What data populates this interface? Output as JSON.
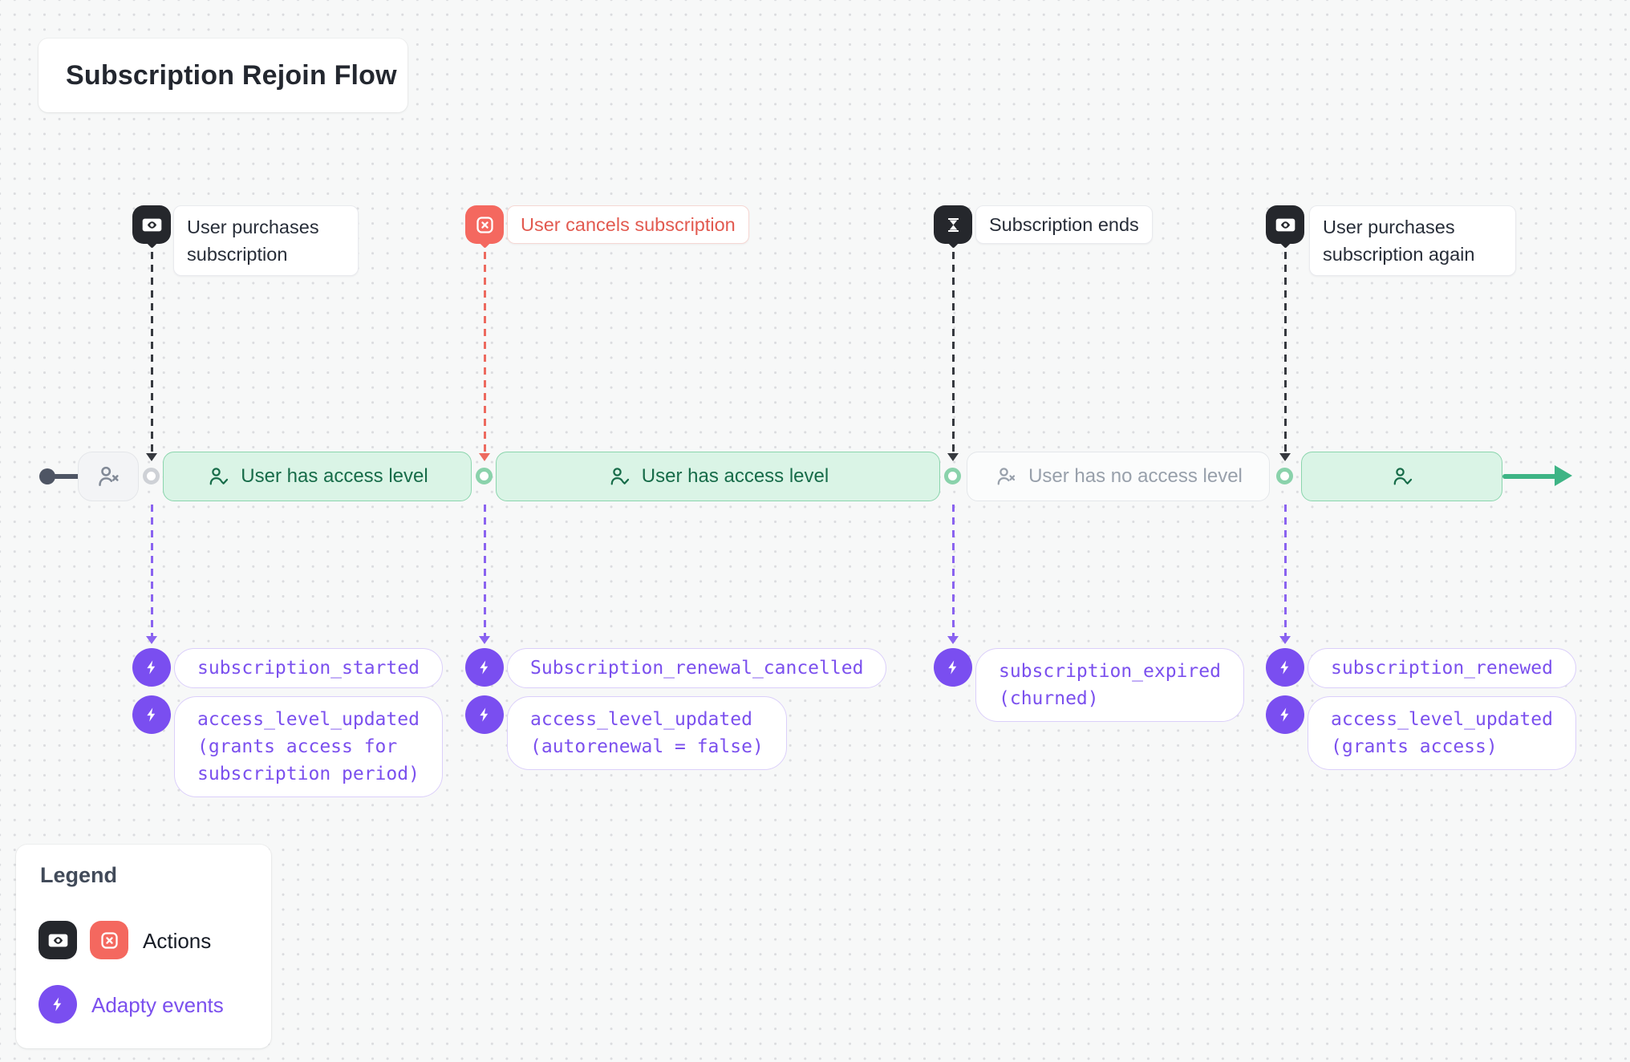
{
  "title": "Subscription Rejoin Flow",
  "actions": [
    {
      "label": "User purchases subscription",
      "icon": "banknote-icon",
      "style": "dark"
    },
    {
      "label": "User cancels subscription",
      "icon": "cancel-x-icon",
      "style": "red"
    },
    {
      "label": "Subscription ends",
      "icon": "hourglass-icon",
      "style": "dark"
    },
    {
      "label": "User purchases subscription again",
      "icon": "banknote-icon",
      "style": "dark"
    }
  ],
  "timeline": {
    "segments": [
      {
        "label": "User has access level",
        "state": "access",
        "icon": "user-check-icon"
      },
      {
        "label": "User has access level",
        "state": "access",
        "icon": "user-check-icon"
      },
      {
        "label": "User has no access level",
        "state": "no-access",
        "icon": "user-x-icon"
      },
      {
        "label": "",
        "state": "access",
        "icon": "user-check-icon"
      }
    ],
    "start_icon": "user-x-icon"
  },
  "events": [
    {
      "items": [
        "subscription_started",
        "access_level_updated\n(grants access for\nsubscription period)"
      ]
    },
    {
      "items": [
        "Subscription_renewal_cancelled",
        "access_level_updated\n(autorenewal = false)"
      ]
    },
    {
      "items": [
        "subscription_expired\n(churned)"
      ]
    },
    {
      "items": [
        "subscription_renewed",
        "access_level_updated\n(grants access)"
      ]
    }
  ],
  "legend": {
    "title": "Legend",
    "actions_label": "Actions",
    "events_label": "Adapty events",
    "icons": [
      "banknote-icon",
      "cancel-x-icon",
      "lightning-bolt-icon"
    ]
  },
  "colors": {
    "action_dark": "#25272c",
    "action_red": "#f4685f",
    "event_purple": "#7a4ef0",
    "access_green_bg": "#daf4e6",
    "access_green_border": "#8bd5ad",
    "access_green_text": "#176c49",
    "arrow_green": "#3eb485",
    "red_text": "#e25a50",
    "purple_text": "#7b50ee"
  }
}
